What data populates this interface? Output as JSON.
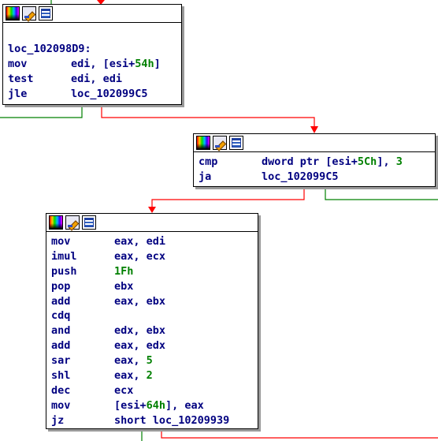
{
  "colors": {
    "true_edge": "#008000",
    "false_edge": "#ff0000",
    "text": "#000080",
    "number": "#008000"
  },
  "header_icons": [
    "palette-icon",
    "pencil-icon",
    "grid-icon"
  ],
  "blocks": [
    {
      "lines": [
        {
          "label": "loc_102098D9:"
        },
        {
          "mn": "mov",
          "op": [
            {
              "t": "edi, [esi+"
            },
            {
              "t": "54h",
              "n": true
            },
            {
              "t": "]"
            }
          ]
        },
        {
          "mn": "test",
          "op": [
            {
              "t": "edi, edi"
            }
          ]
        },
        {
          "mn": "jle",
          "op": [
            {
              "t": "loc_102099C5"
            }
          ]
        }
      ]
    },
    {
      "lines": [
        {
          "mn": "cmp",
          "op": [
            {
              "t": "dword ptr [esi+"
            },
            {
              "t": "5Ch",
              "n": true
            },
            {
              "t": "], "
            },
            {
              "t": "3",
              "n": true
            }
          ]
        },
        {
          "mn": "ja",
          "op": [
            {
              "t": "loc_102099C5"
            }
          ]
        }
      ]
    },
    {
      "lines": [
        {
          "mn": "mov",
          "op": [
            {
              "t": "eax, edi"
            }
          ]
        },
        {
          "mn": "imul",
          "op": [
            {
              "t": "eax, ecx"
            }
          ]
        },
        {
          "mn": "push",
          "op": [
            {
              "t": "1Fh",
              "n": true
            }
          ]
        },
        {
          "mn": "pop",
          "op": [
            {
              "t": "ebx"
            }
          ]
        },
        {
          "mn": "add",
          "op": [
            {
              "t": "eax, ebx"
            }
          ]
        },
        {
          "mn": "cdq",
          "op": []
        },
        {
          "mn": "and",
          "op": [
            {
              "t": "edx, ebx"
            }
          ]
        },
        {
          "mn": "add",
          "op": [
            {
              "t": "eax, edx"
            }
          ]
        },
        {
          "mn": "sar",
          "op": [
            {
              "t": "eax, "
            },
            {
              "t": "5",
              "n": true
            }
          ]
        },
        {
          "mn": "shl",
          "op": [
            {
              "t": "eax, "
            },
            {
              "t": "2",
              "n": true
            }
          ]
        },
        {
          "mn": "dec",
          "op": [
            {
              "t": "ecx"
            }
          ]
        },
        {
          "mn": "mov",
          "op": [
            {
              "t": "[esi+"
            },
            {
              "t": "64h",
              "n": true
            },
            {
              "t": "], eax"
            }
          ]
        },
        {
          "mn": "jz",
          "op": [
            {
              "t": "short loc_10209939"
            }
          ]
        }
      ]
    }
  ]
}
